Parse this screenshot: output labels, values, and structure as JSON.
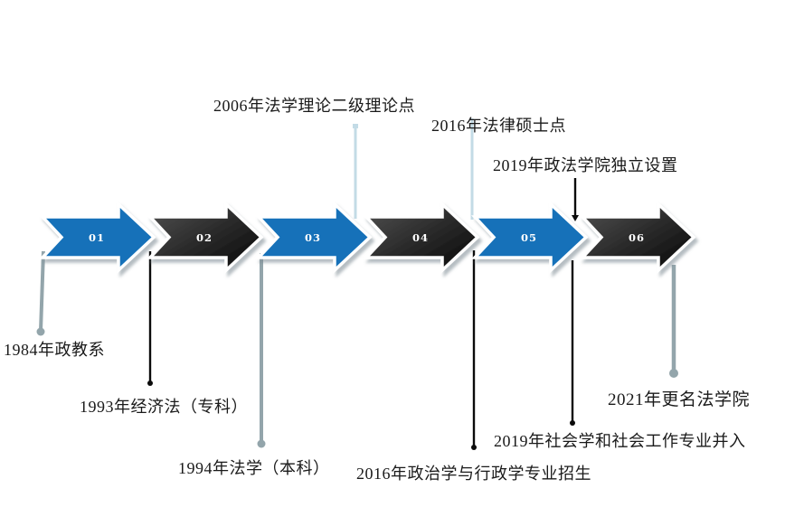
{
  "colors": {
    "blue": "#1271B9",
    "dark_start": "#525252",
    "dark_mid": "#2e2e2e",
    "dark_end": "#060606",
    "gray": "#93A5AB",
    "pale": "#C3DBE6",
    "black": "#0b0b0b",
    "number": "#ffffff",
    "text": "#1a1a1a",
    "shadow": "#7a8790"
  },
  "timeline": {
    "steps": [
      {
        "num": "01",
        "variant": "blue"
      },
      {
        "num": "02",
        "variant": "dark"
      },
      {
        "num": "03",
        "variant": "blue"
      },
      {
        "num": "04",
        "variant": "dark"
      },
      {
        "num": "05",
        "variant": "blue"
      },
      {
        "num": "06",
        "variant": "dark"
      }
    ]
  },
  "events": {
    "e1984": {
      "label": "1984年政教系"
    },
    "e1993": {
      "label": "1993年经济法（专科）"
    },
    "e1994": {
      "label": "1994年法学（本科）"
    },
    "e2006": {
      "label": "2006年法学理论二级理论点"
    },
    "e2016m": {
      "label": "2016年法律硕士点"
    },
    "e2016p": {
      "label": "2016年政治学与行政学专业招生"
    },
    "e2019i": {
      "label": "2019年政法学院独立设置"
    },
    "e2019s": {
      "label": "2019年社会学和社会工作专业并入"
    },
    "e2021": {
      "label": "2021年更名法学院"
    }
  }
}
